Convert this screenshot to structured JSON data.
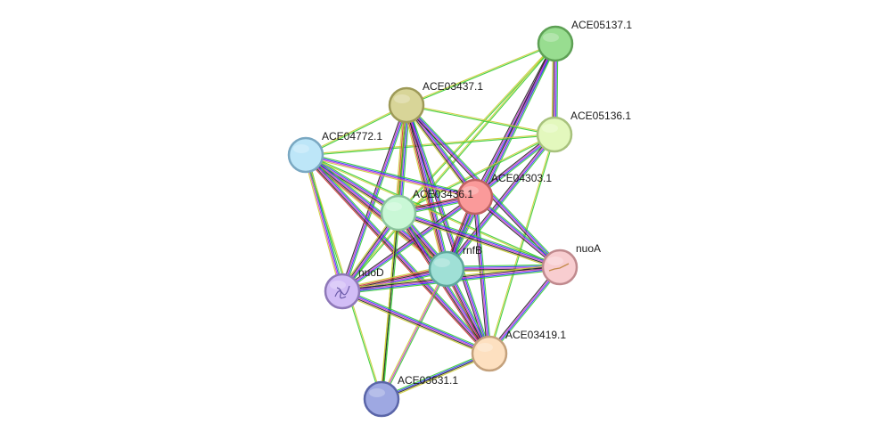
{
  "nodes": [
    {
      "id": "ACE05137.1",
      "label": "ACE05137.1",
      "color": "#98dd90",
      "stroke": "#5ea055"
    },
    {
      "id": "ACE03437.1",
      "label": "ACE03437.1",
      "color": "#d8d598",
      "stroke": "#9e9a58"
    },
    {
      "id": "ACE05136.1",
      "label": "ACE05136.1",
      "color": "#e3f8bd",
      "stroke": "#a8c27d"
    },
    {
      "id": "ACE04772.1",
      "label": "ACE04772.1",
      "color": "#bde6f8",
      "stroke": "#7aa8c2"
    },
    {
      "id": "ACE04303.1",
      "label": "ACE04303.1",
      "color": "#fa9a9a",
      "stroke": "#c06262"
    },
    {
      "id": "ACE03436.1",
      "label": "ACE03436.1",
      "color": "#c9f8d6",
      "stroke": "#8ac49c"
    },
    {
      "id": "rnfB",
      "label": "rnfB",
      "color": "#9fe0d6",
      "stroke": "#5fa89c"
    },
    {
      "id": "nuoA",
      "label": "nuoA",
      "color": "#f8cdd0",
      "stroke": "#c08a8e"
    },
    {
      "id": "nuoD",
      "label": "nuoD",
      "color": "#d2bdf6",
      "stroke": "#8e78b8"
    },
    {
      "id": "ACE03419.1",
      "label": "ACE03419.1",
      "color": "#fde0c0",
      "stroke": "#c4a17c"
    },
    {
      "id": "ACE03631.1",
      "label": "ACE03631.1",
      "color": "#9ea8e2",
      "stroke": "#5a65a8"
    }
  ],
  "edges": [
    {
      "a": "ACE05137.1",
      "b": "ACE05136.1",
      "colors": [
        "#33cc33",
        "#3333ff",
        "#cc33cc",
        "#222222",
        "#cccc33"
      ]
    },
    {
      "a": "ACE05137.1",
      "b": "ACE04303.1",
      "colors": [
        "#33cc33",
        "#3333ff",
        "#cc33cc",
        "#222222"
      ]
    },
    {
      "a": "ACE05137.1",
      "b": "rnfB",
      "colors": [
        "#33cc33",
        "#3333ff",
        "#cc33cc",
        "#222222"
      ]
    },
    {
      "a": "ACE05137.1",
      "b": "ACE03436.1",
      "colors": [
        "#33cc33",
        "#cccc33"
      ]
    },
    {
      "a": "ACE05137.1",
      "b": "ACE03437.1",
      "colors": [
        "#33cc33",
        "#cccc33"
      ]
    },
    {
      "a": "ACE05137.1",
      "b": "nuoD",
      "colors": [
        "#33cc33",
        "#cccc33"
      ]
    },
    {
      "a": "ACE05136.1",
      "b": "ACE04303.1",
      "colors": [
        "#33cc33",
        "#3333ff",
        "#cc33cc",
        "#222222"
      ]
    },
    {
      "a": "ACE05136.1",
      "b": "rnfB",
      "colors": [
        "#33cc33",
        "#3333ff",
        "#cc33cc",
        "#222222"
      ]
    },
    {
      "a": "ACE05136.1",
      "b": "ACE03436.1",
      "colors": [
        "#33cc33",
        "#cccc33"
      ]
    },
    {
      "a": "ACE05136.1",
      "b": "ACE03437.1",
      "colors": [
        "#33cc33",
        "#cccc33"
      ]
    },
    {
      "a": "ACE05136.1",
      "b": "ACE04772.1",
      "colors": [
        "#33cc33",
        "#cccc33"
      ]
    },
    {
      "a": "ACE05136.1",
      "b": "ACE03419.1",
      "colors": [
        "#33cc33",
        "#cccc33"
      ]
    },
    {
      "a": "ACE03437.1",
      "b": "ACE04772.1",
      "colors": [
        "#33cc33",
        "#cccc33"
      ]
    },
    {
      "a": "ACE03437.1",
      "b": "ACE03436.1",
      "colors": [
        "#33cc33",
        "#3333ff",
        "#cc33cc",
        "#222222",
        "#cc3333",
        "#cccc33"
      ]
    },
    {
      "a": "ACE03437.1",
      "b": "ACE04303.1",
      "colors": [
        "#33cc33",
        "#3333ff",
        "#cc33cc",
        "#222222",
        "#cccc33"
      ]
    },
    {
      "a": "ACE03437.1",
      "b": "rnfB",
      "colors": [
        "#33cc33",
        "#3333ff",
        "#cc33cc",
        "#222222",
        "#cc3333",
        "#cccc33"
      ]
    },
    {
      "a": "ACE03437.1",
      "b": "nuoA",
      "colors": [
        "#33cc33",
        "#3333ff",
        "#cc33cc",
        "#222222"
      ]
    },
    {
      "a": "ACE03437.1",
      "b": "nuoD",
      "colors": [
        "#33cc33",
        "#3333ff",
        "#cc33cc",
        "#222222"
      ]
    },
    {
      "a": "ACE03437.1",
      "b": "ACE03419.1",
      "colors": [
        "#33cc33",
        "#3333ff",
        "#cc33cc",
        "#222222"
      ]
    },
    {
      "a": "ACE03437.1",
      "b": "ACE03631.1",
      "colors": [
        "#33cc33",
        "#cccc33"
      ]
    },
    {
      "a": "ACE04772.1",
      "b": "ACE03436.1",
      "colors": [
        "#33cc33",
        "#3333ff",
        "#cc33cc",
        "#222222",
        "#cccc33"
      ]
    },
    {
      "a": "ACE04772.1",
      "b": "ACE04303.1",
      "colors": [
        "#33cc33",
        "#3333ff",
        "#cc33cc",
        "#cccc33"
      ]
    },
    {
      "a": "ACE04772.1",
      "b": "rnfB",
      "colors": [
        "#33cc33",
        "#3333ff",
        "#cc33cc",
        "#222222",
        "#cc3333",
        "#cccc33"
      ]
    },
    {
      "a": "ACE04772.1",
      "b": "nuoD",
      "colors": [
        "#33cc33",
        "#3333ff",
        "#cc33cc",
        "#cccc33"
      ]
    },
    {
      "a": "ACE04772.1",
      "b": "ACE03419.1",
      "colors": [
        "#33cc33",
        "#3333ff",
        "#cc33cc",
        "#222222",
        "#cc3333"
      ]
    },
    {
      "a": "ACE04772.1",
      "b": "nuoA",
      "colors": [
        "#33cc33",
        "#cccc33"
      ]
    },
    {
      "a": "ACE04303.1",
      "b": "ACE03436.1",
      "colors": [
        "#33cc33",
        "#3333ff",
        "#cc33cc",
        "#222222",
        "#cc3333"
      ]
    },
    {
      "a": "ACE04303.1",
      "b": "rnfB",
      "colors": [
        "#33cc33",
        "#3333ff",
        "#cc33cc",
        "#222222",
        "#cc3333"
      ]
    },
    {
      "a": "ACE04303.1",
      "b": "nuoA",
      "colors": [
        "#33cc33",
        "#3333ff",
        "#cc33cc",
        "#222222"
      ]
    },
    {
      "a": "ACE04303.1",
      "b": "nuoD",
      "colors": [
        "#33cc33",
        "#3333ff",
        "#cc33cc",
        "#222222"
      ]
    },
    {
      "a": "ACE04303.1",
      "b": "ACE03419.1",
      "colors": [
        "#33cc33",
        "#3333ff",
        "#cc33cc",
        "#222222"
      ]
    },
    {
      "a": "ACE03436.1",
      "b": "rnfB",
      "colors": [
        "#33cc33",
        "#3333ff",
        "#cc33cc",
        "#222222",
        "#cc3333",
        "#cccc33"
      ]
    },
    {
      "a": "ACE03436.1",
      "b": "nuoA",
      "colors": [
        "#33cc33",
        "#3333ff",
        "#cc33cc",
        "#222222",
        "#cccc33"
      ]
    },
    {
      "a": "ACE03436.1",
      "b": "nuoD",
      "colors": [
        "#33cc33",
        "#3333ff",
        "#cc33cc",
        "#222222",
        "#cccc33"
      ]
    },
    {
      "a": "ACE03436.1",
      "b": "ACE03419.1",
      "colors": [
        "#33cc33",
        "#3333ff",
        "#cc33cc",
        "#222222",
        "#cc3333"
      ]
    },
    {
      "a": "ACE03436.1",
      "b": "ACE03631.1",
      "colors": [
        "#33cc33",
        "#222222",
        "#cccc33"
      ]
    },
    {
      "a": "rnfB",
      "b": "nuoA",
      "colors": [
        "#33cc33",
        "#3333ff",
        "#cc33cc",
        "#222222",
        "#cccc33"
      ]
    },
    {
      "a": "rnfB",
      "b": "nuoD",
      "colors": [
        "#33cc33",
        "#3333ff",
        "#cc33cc",
        "#222222",
        "#cc3333",
        "#cccc33"
      ]
    },
    {
      "a": "rnfB",
      "b": "ACE03419.1",
      "colors": [
        "#33cc33",
        "#3333ff",
        "#cc33cc",
        "#222222",
        "#cc3333"
      ]
    },
    {
      "a": "rnfB",
      "b": "ACE03631.1",
      "colors": [
        "#33cc33",
        "#cc33cc",
        "#cccc33"
      ]
    },
    {
      "a": "nuoA",
      "b": "nuoD",
      "colors": [
        "#33cc33",
        "#3333ff",
        "#cc33cc",
        "#222222",
        "#cccc33"
      ]
    },
    {
      "a": "nuoA",
      "b": "ACE03419.1",
      "colors": [
        "#33cc33",
        "#3333ff",
        "#cc33cc",
        "#222222"
      ]
    },
    {
      "a": "nuoD",
      "b": "ACE03419.1",
      "colors": [
        "#33cc33",
        "#3333ff",
        "#cc33cc",
        "#222222",
        "#cccc33"
      ]
    },
    {
      "a": "ACE03631.1",
      "b": "ACE03419.1",
      "colors": [
        "#33cc33",
        "#3333ff",
        "#222222",
        "#cccc33"
      ]
    },
    {
      "a": "ACE03631.1",
      "b": "ACE04772.1",
      "colors": [
        "#33cc33",
        "#cccc33"
      ]
    }
  ]
}
